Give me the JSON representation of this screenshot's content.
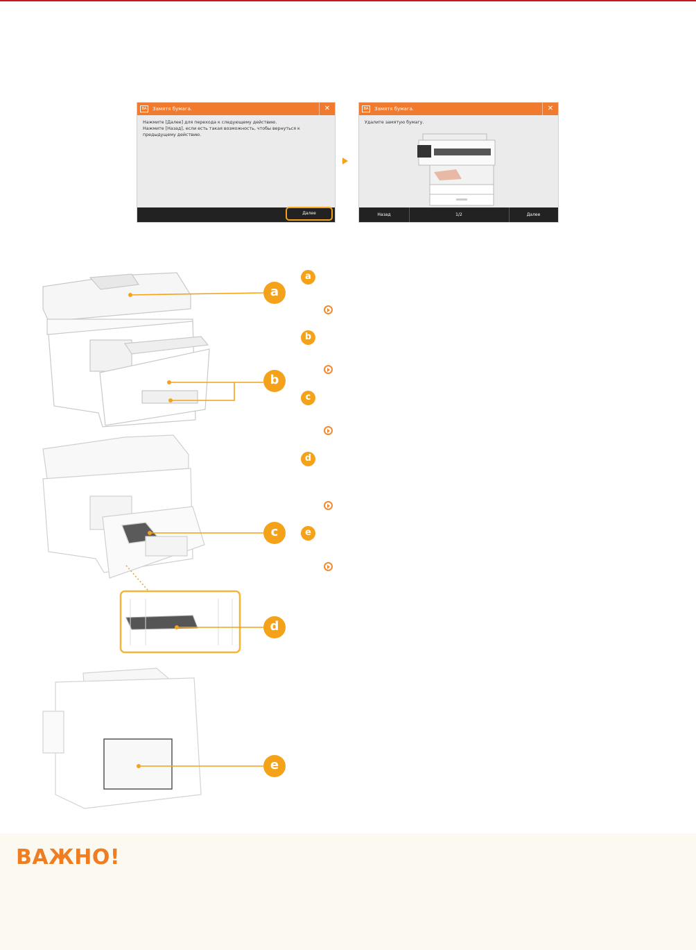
{
  "screen1": {
    "title": "Замятя бумага.",
    "message_lines": [
      "Нажмите [Далее] для перехода к следующему действию.",
      "Нажмите [Назад], если есть такая возможность, чтобы вернуться к",
      "предыдущему действию."
    ],
    "next_label": "Далее"
  },
  "screen2": {
    "title": "Замятя бумага.",
    "message": "Удалите замятую бумагу.",
    "back_label": "Назад",
    "page": "1/2",
    "next_label": "Далее"
  },
  "callouts": [
    "a",
    "b",
    "c",
    "d",
    "e"
  ],
  "important": {
    "heading": "ВАЖНО!"
  },
  "colors": {
    "accent": "#f5a21b",
    "title_bar": "#f07a2d",
    "heading": "#ef7d22",
    "top_rule": "#c8161d"
  }
}
